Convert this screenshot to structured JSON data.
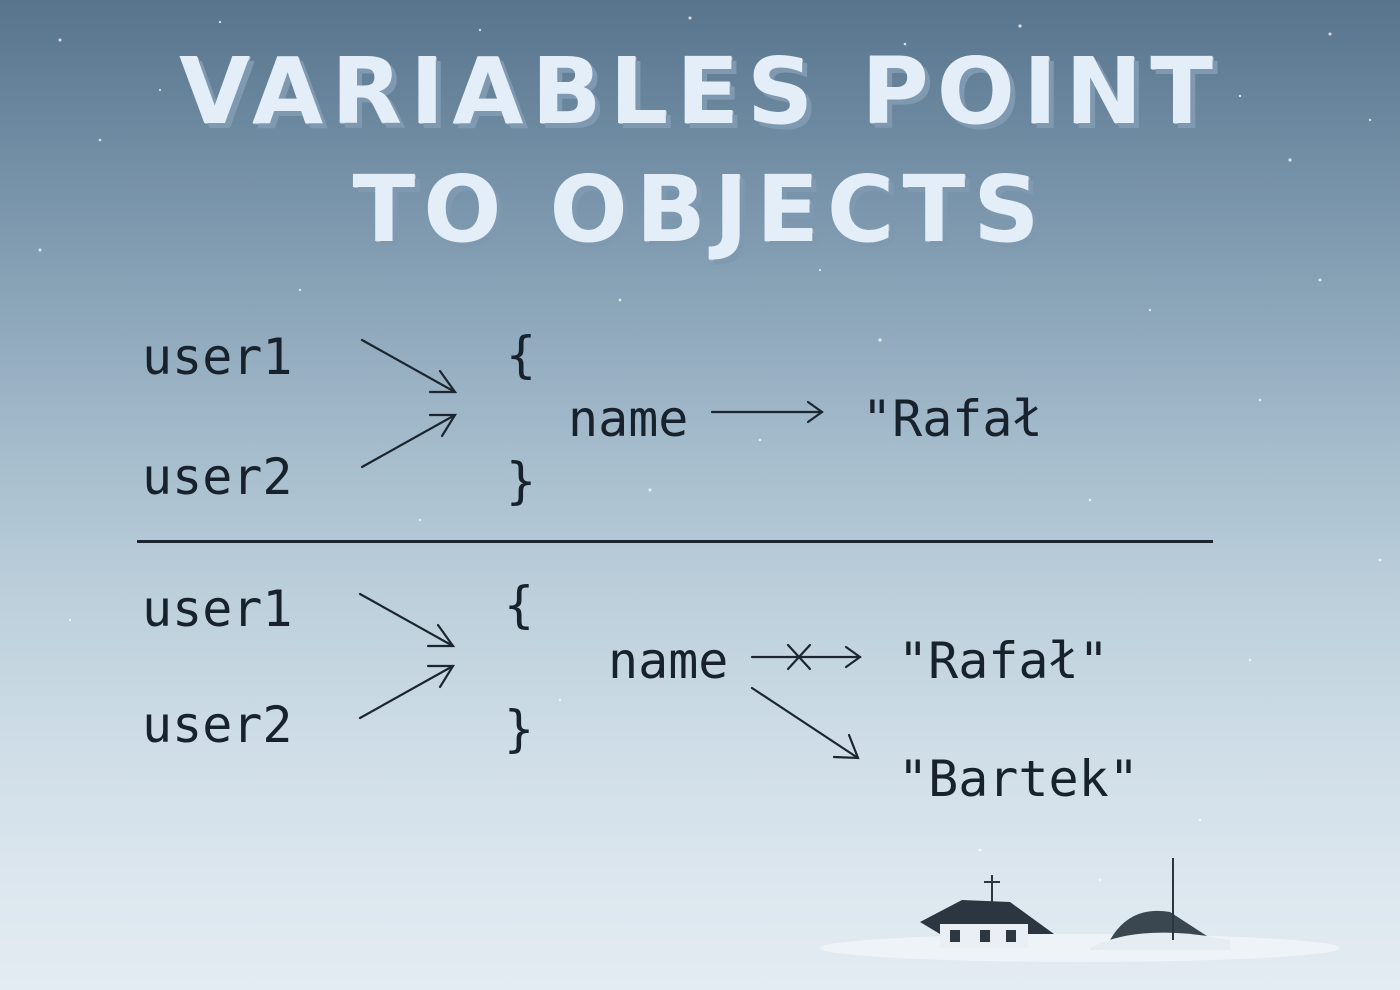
{
  "title": {
    "line1": "Variables point",
    "line2": "to objects"
  },
  "panel_before": {
    "var1": "user1",
    "var2": "user2",
    "open_brace": "{",
    "property": "name",
    "value": "\"Rafał",
    "close_brace": "}"
  },
  "panel_after": {
    "var1": "user1",
    "var2": "user2",
    "open_brace": "{",
    "property": "name",
    "old_value": "\"Rafał\"",
    "new_value": "\"Bartek\"",
    "close_brace": "}"
  },
  "colors": {
    "sky_top": "#58748c",
    "sky_bottom": "#e3ecf2",
    "title_fill": "#e3eef8",
    "title_shadow": "#7f99b1",
    "ink": "#17222c"
  }
}
